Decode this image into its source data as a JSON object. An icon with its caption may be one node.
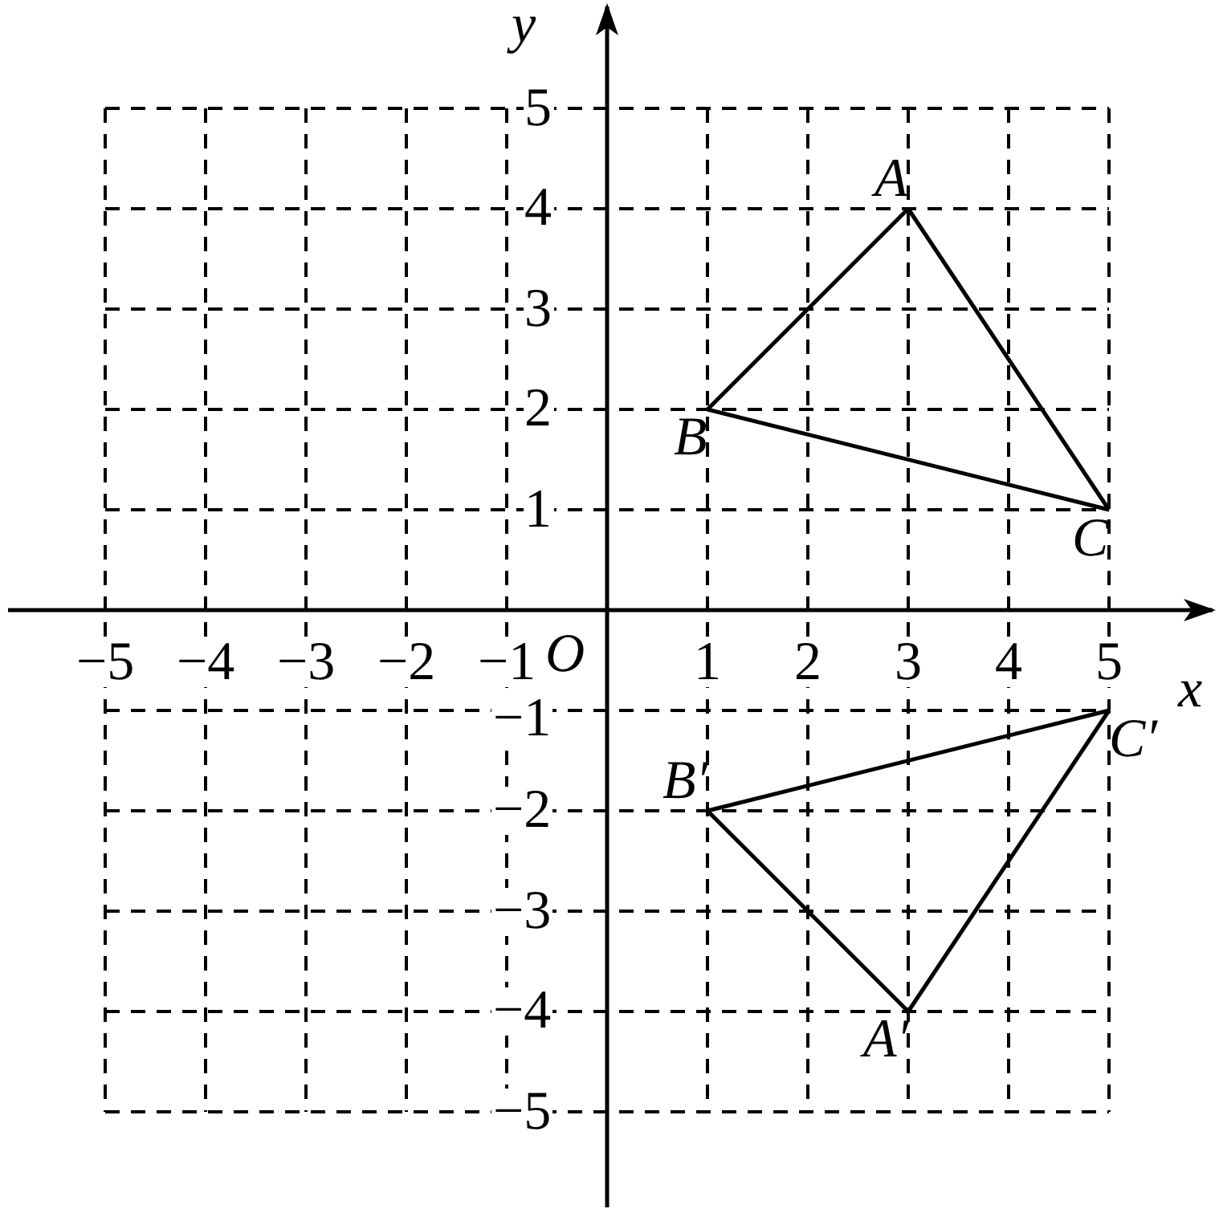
{
  "diagram": {
    "nodes": [
      {
        "text": [
          "A"
        ]
      },
      {
        "text": [
          "B"
        ]
      },
      {
        "text": [
          "C"
        ]
      },
      {
        "text": [
          "A′"
        ]
      },
      {
        "text": [
          "B′"
        ]
      },
      {
        "text": [
          "C′"
        ]
      }
    ],
    "edges": [
      {
        "from": 0,
        "to": 1,
        "arrow": "none"
      },
      {
        "from": 1,
        "to": 2,
        "arrow": "none"
      },
      {
        "from": 2,
        "to": 0,
        "arrow": "none"
      },
      {
        "from": 3,
        "to": 4,
        "arrow": "none"
      },
      {
        "from": 4,
        "to": 5,
        "arrow": "none"
      },
      {
        "from": 5,
        "to": 3,
        "arrow": "none"
      }
    ],
    "labels": [
      "y",
      "5",
      "4",
      "3",
      "2",
      "1",
      "O",
      "x",
      "−5",
      "−4",
      "−3",
      "−2",
      "−1",
      "1",
      "2",
      "3",
      "4",
      "5",
      "−1",
      "−2",
      "−3",
      "−4",
      "−5"
    ]
  }
}
